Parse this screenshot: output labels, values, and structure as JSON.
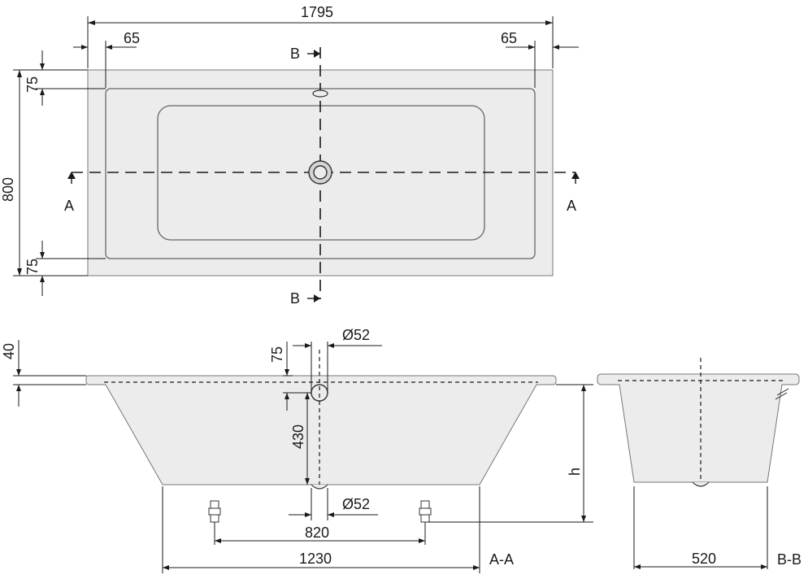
{
  "top_view": {
    "overall_length": "1795",
    "rim_left": "65",
    "rim_right": "65",
    "overall_width": "800",
    "rim_top": "75",
    "rim_bottom": "75",
    "section_a_left": "A",
    "section_a_right": "A",
    "section_b_top": "B",
    "section_b_bottom": "B"
  },
  "section_aa": {
    "rim_thickness": "40",
    "overflow_offset": "75",
    "overflow_diameter": "Ø52",
    "overflow_height": "430",
    "drain_diameter": "Ø52",
    "feet_spacing": "820",
    "bottom_length": "1230",
    "depth": "h",
    "section_label": "A-A"
  },
  "section_bb": {
    "bottom_width": "520",
    "section_label": "B-B"
  },
  "colors": {
    "line": "#1a1a1a",
    "tub_fill": "#ececec",
    "tub_outline": "#777777"
  }
}
